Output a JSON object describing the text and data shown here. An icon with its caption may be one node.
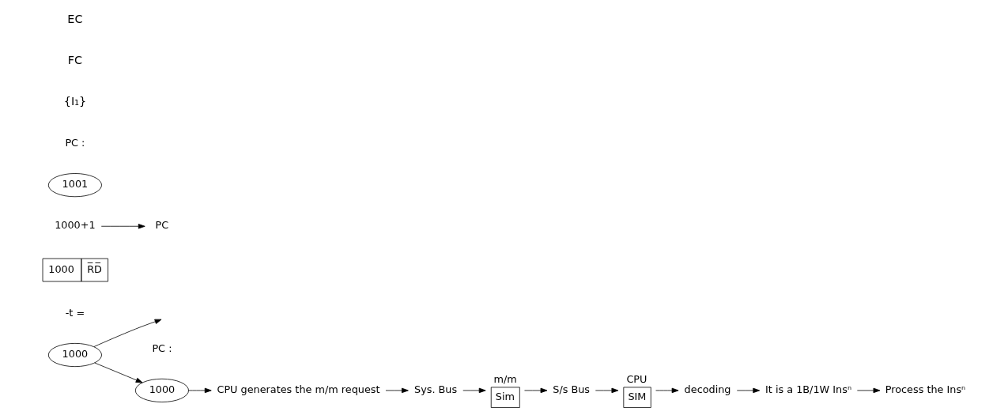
{
  "diagram": {
    "nodes": [
      {
        "text": [
          "1000"
        ],
        "beside": [
          "-t ="
        ]
      },
      {
        "text": [
          "1000"
        ],
        "beside": [
          "PC :"
        ]
      },
      {
        "text": [
          "CPU generates the m/m request"
        ]
      },
      {
        "text": [
          "Sys. Bus"
        ]
      },
      {
        "text": [
          "m/m",
          "Sim"
        ]
      },
      {
        "text": [
          "S/s Bus"
        ]
      },
      {
        "text": [
          "CPU",
          "SIM"
        ]
      },
      {
        "text": [
          "decoding"
        ]
      },
      {
        "text": [
          "It is a 1B/1W Insⁿ"
        ]
      },
      {
        "text": [
          "Process the Insⁿ"
        ]
      },
      {
        "text": [
          "1000",
          "R̅D̅"
        ]
      },
      {
        "text": [
          "PC"
        ]
      },
      {
        "text": [
          "1000+1"
        ]
      },
      {
        "text": [
          "1001"
        ],
        "beside": [
          "PC :"
        ]
      }
    ],
    "edges": [
      {
        "from": 0,
        "to": 1,
        "arrow": "to"
      },
      {
        "from": 0,
        "to": null,
        "arrow": "to"
      },
      {
        "from": 1,
        "to": 2,
        "arrow": "to"
      },
      {
        "from": 2,
        "to": 3,
        "arrow": "to"
      },
      {
        "from": 3,
        "to": 4,
        "arrow": "to"
      },
      {
        "from": 4,
        "to": 5,
        "arrow": "to"
      },
      {
        "from": 5,
        "to": 6,
        "arrow": "to"
      },
      {
        "from": 6,
        "to": 7,
        "arrow": "to"
      },
      {
        "from": 7,
        "to": 8,
        "arrow": "to"
      },
      {
        "from": 8,
        "to": 9,
        "arrow": "to"
      },
      {
        "from": 12,
        "to": 11,
        "arrow": "to"
      }
    ],
    "labels": [
      "{I₁}",
      "FC",
      "EC"
    ]
  }
}
